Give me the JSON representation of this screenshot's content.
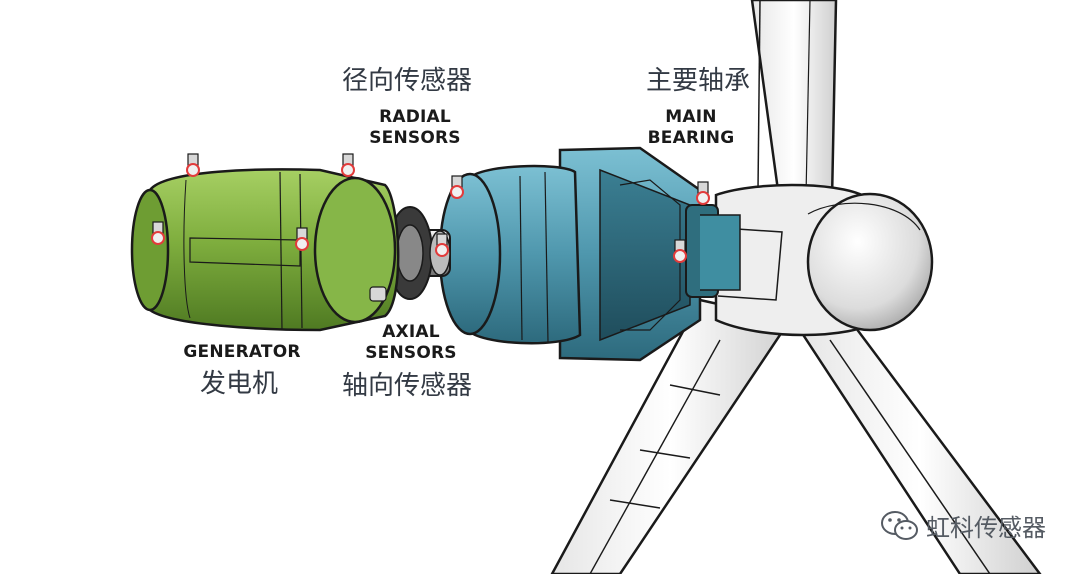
{
  "labels": {
    "radial_cn": "径向传感器",
    "radial_en_line1": "RADIAL",
    "radial_en_line2": "SENSORS",
    "main_cn": "主要轴承",
    "main_en_line1": "MAIN",
    "main_en_line2": "BEARING",
    "generator_en": "GENERATOR",
    "generator_cn": "发电机",
    "axial_en_line1": "AXIAL",
    "axial_en_line2": "SENSORS",
    "axial_cn": "轴向传感器"
  },
  "watermark": {
    "text": "虹科传感器",
    "icon": "wechat-icon"
  },
  "colors": {
    "generator": "#7fae3e",
    "bearing_housing": "#4f97ad",
    "turbine": "#f2f2f2",
    "sensor_ring": "#e23b3b",
    "outline": "#1a1a1a"
  }
}
